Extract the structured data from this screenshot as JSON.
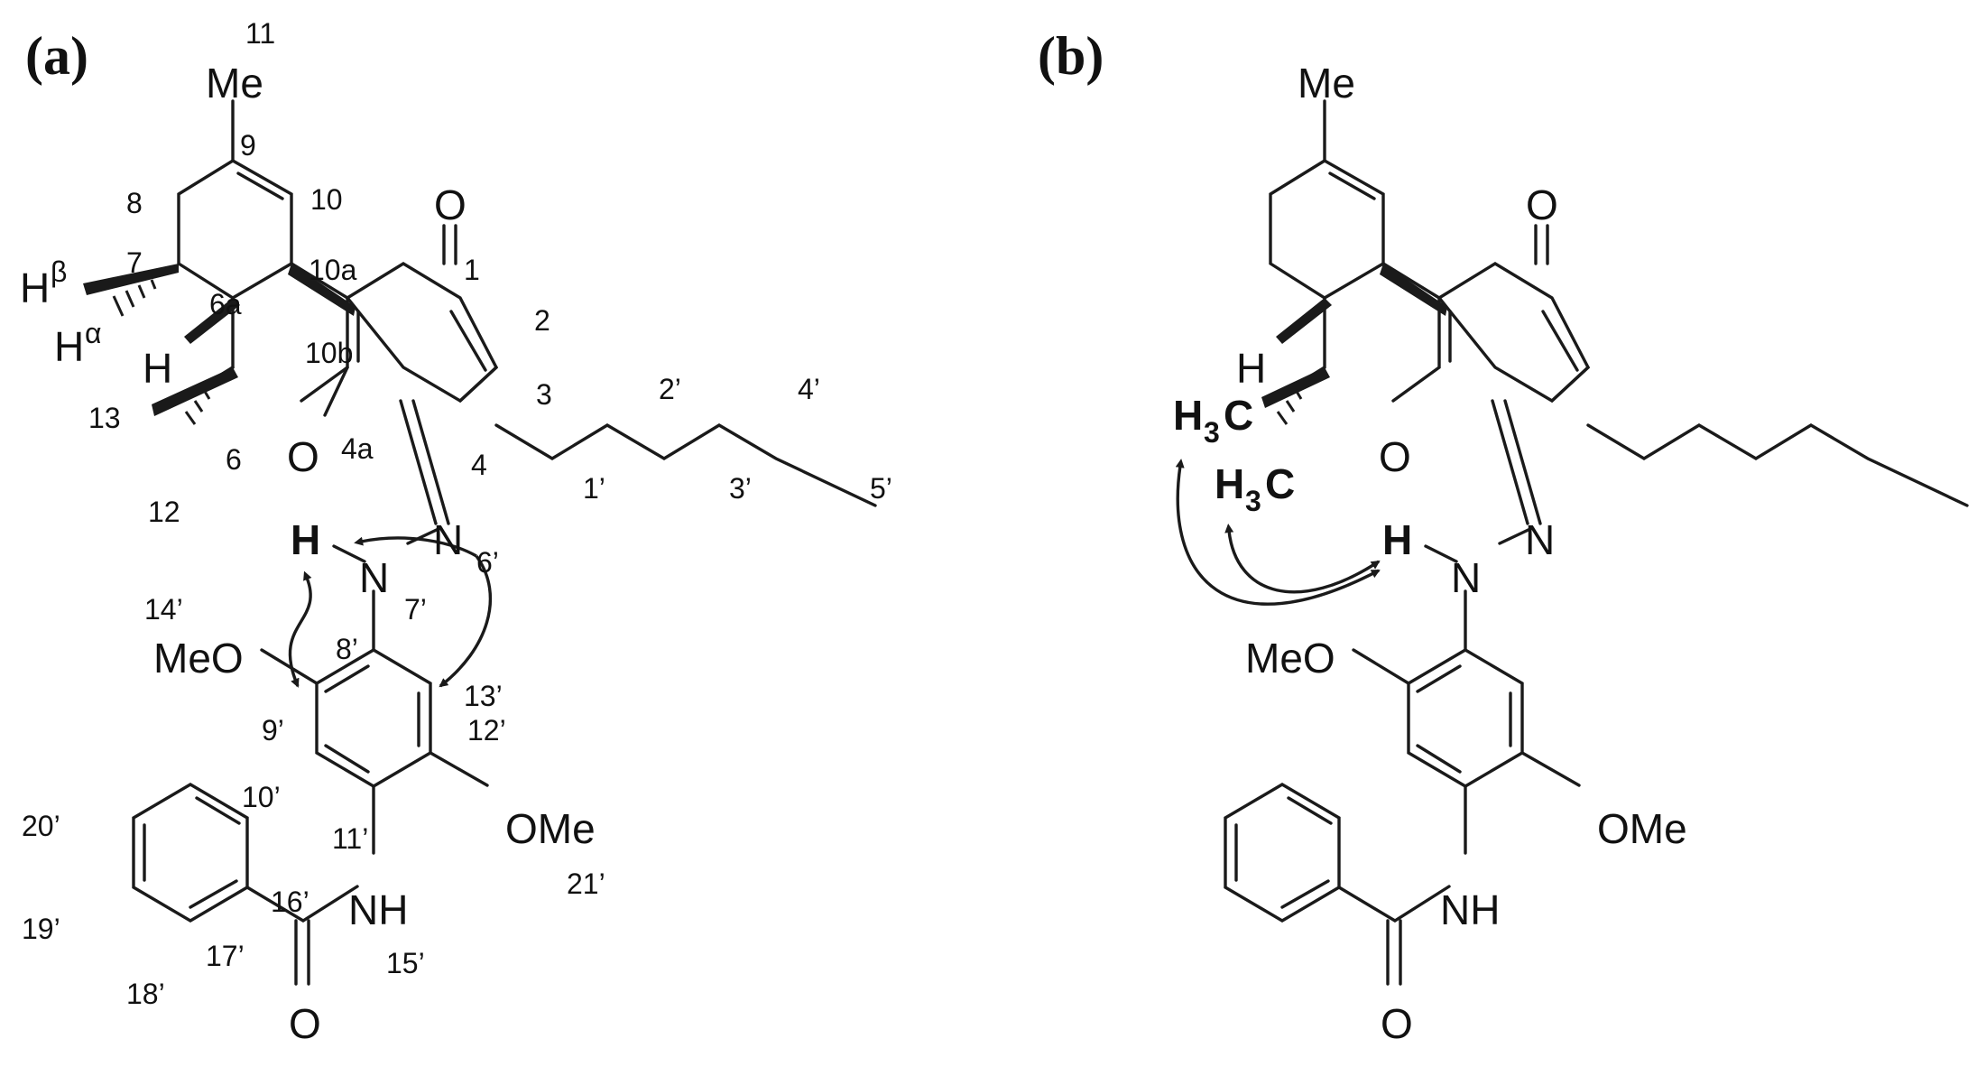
{
  "panels": {
    "a": "(a)",
    "b": "(b)"
  },
  "atoms": {
    "me": "Me",
    "o": "O",
    "n": "N",
    "h": "H",
    "nh": "NH",
    "meo": "MeO",
    "ome": "OMe",
    "h_beta": "H",
    "h_alpha": "H",
    "beta": "β",
    "alpha": "α",
    "h3c_h": "H",
    "h3c_sub": "3",
    "h3c_c": "C"
  },
  "numbering": {
    "n11": "11",
    "n9": "9",
    "n8": "8",
    "n10": "10",
    "n7": "7",
    "n10a": "10a",
    "n1": "1",
    "n2": "2",
    "n6a": "6a",
    "n10b": "10b",
    "n3": "3",
    "n13": "13",
    "n6": "6",
    "n4a": "4a",
    "n4": "4",
    "n12": "12",
    "n1p": "1’",
    "n2p": "2’",
    "n3p": "3’",
    "n4p": "4’",
    "n5p": "5’",
    "n6p": "6’",
    "n7p": "7’",
    "n8p": "8’",
    "n9p": "9’",
    "n10p": "10’",
    "n11p": "11’",
    "n12p": "12’",
    "n13p": "13’",
    "n14p": "14’",
    "n15p": "15’",
    "n16p": "16’",
    "n17p": "17’",
    "n18p": "18’",
    "n19p": "19’",
    "n20p": "20’",
    "n21p": "21’"
  },
  "colors": {
    "ink": "#1a1a1a",
    "background": "#ffffff"
  }
}
